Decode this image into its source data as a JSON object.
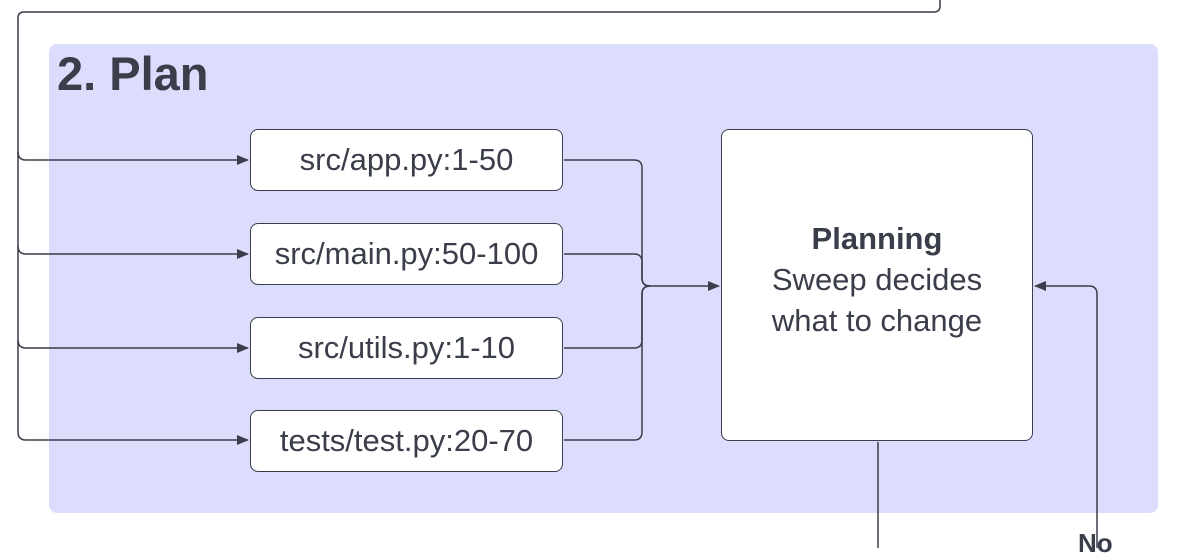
{
  "stage": {
    "title": "2. Plan"
  },
  "files": [
    {
      "label": "src/app.py:1-50"
    },
    {
      "label": "src/main.py:50-100"
    },
    {
      "label": "src/utils.py:1-10"
    },
    {
      "label": "tests/test.py:20-70"
    }
  ],
  "planning": {
    "title": "Planning",
    "description": "Sweep decides what to change"
  },
  "decision": {
    "no_label": "No"
  },
  "colors": {
    "panel": "#dcdcfc",
    "stroke": "#3a3d4a",
    "box": "#ffffff"
  }
}
